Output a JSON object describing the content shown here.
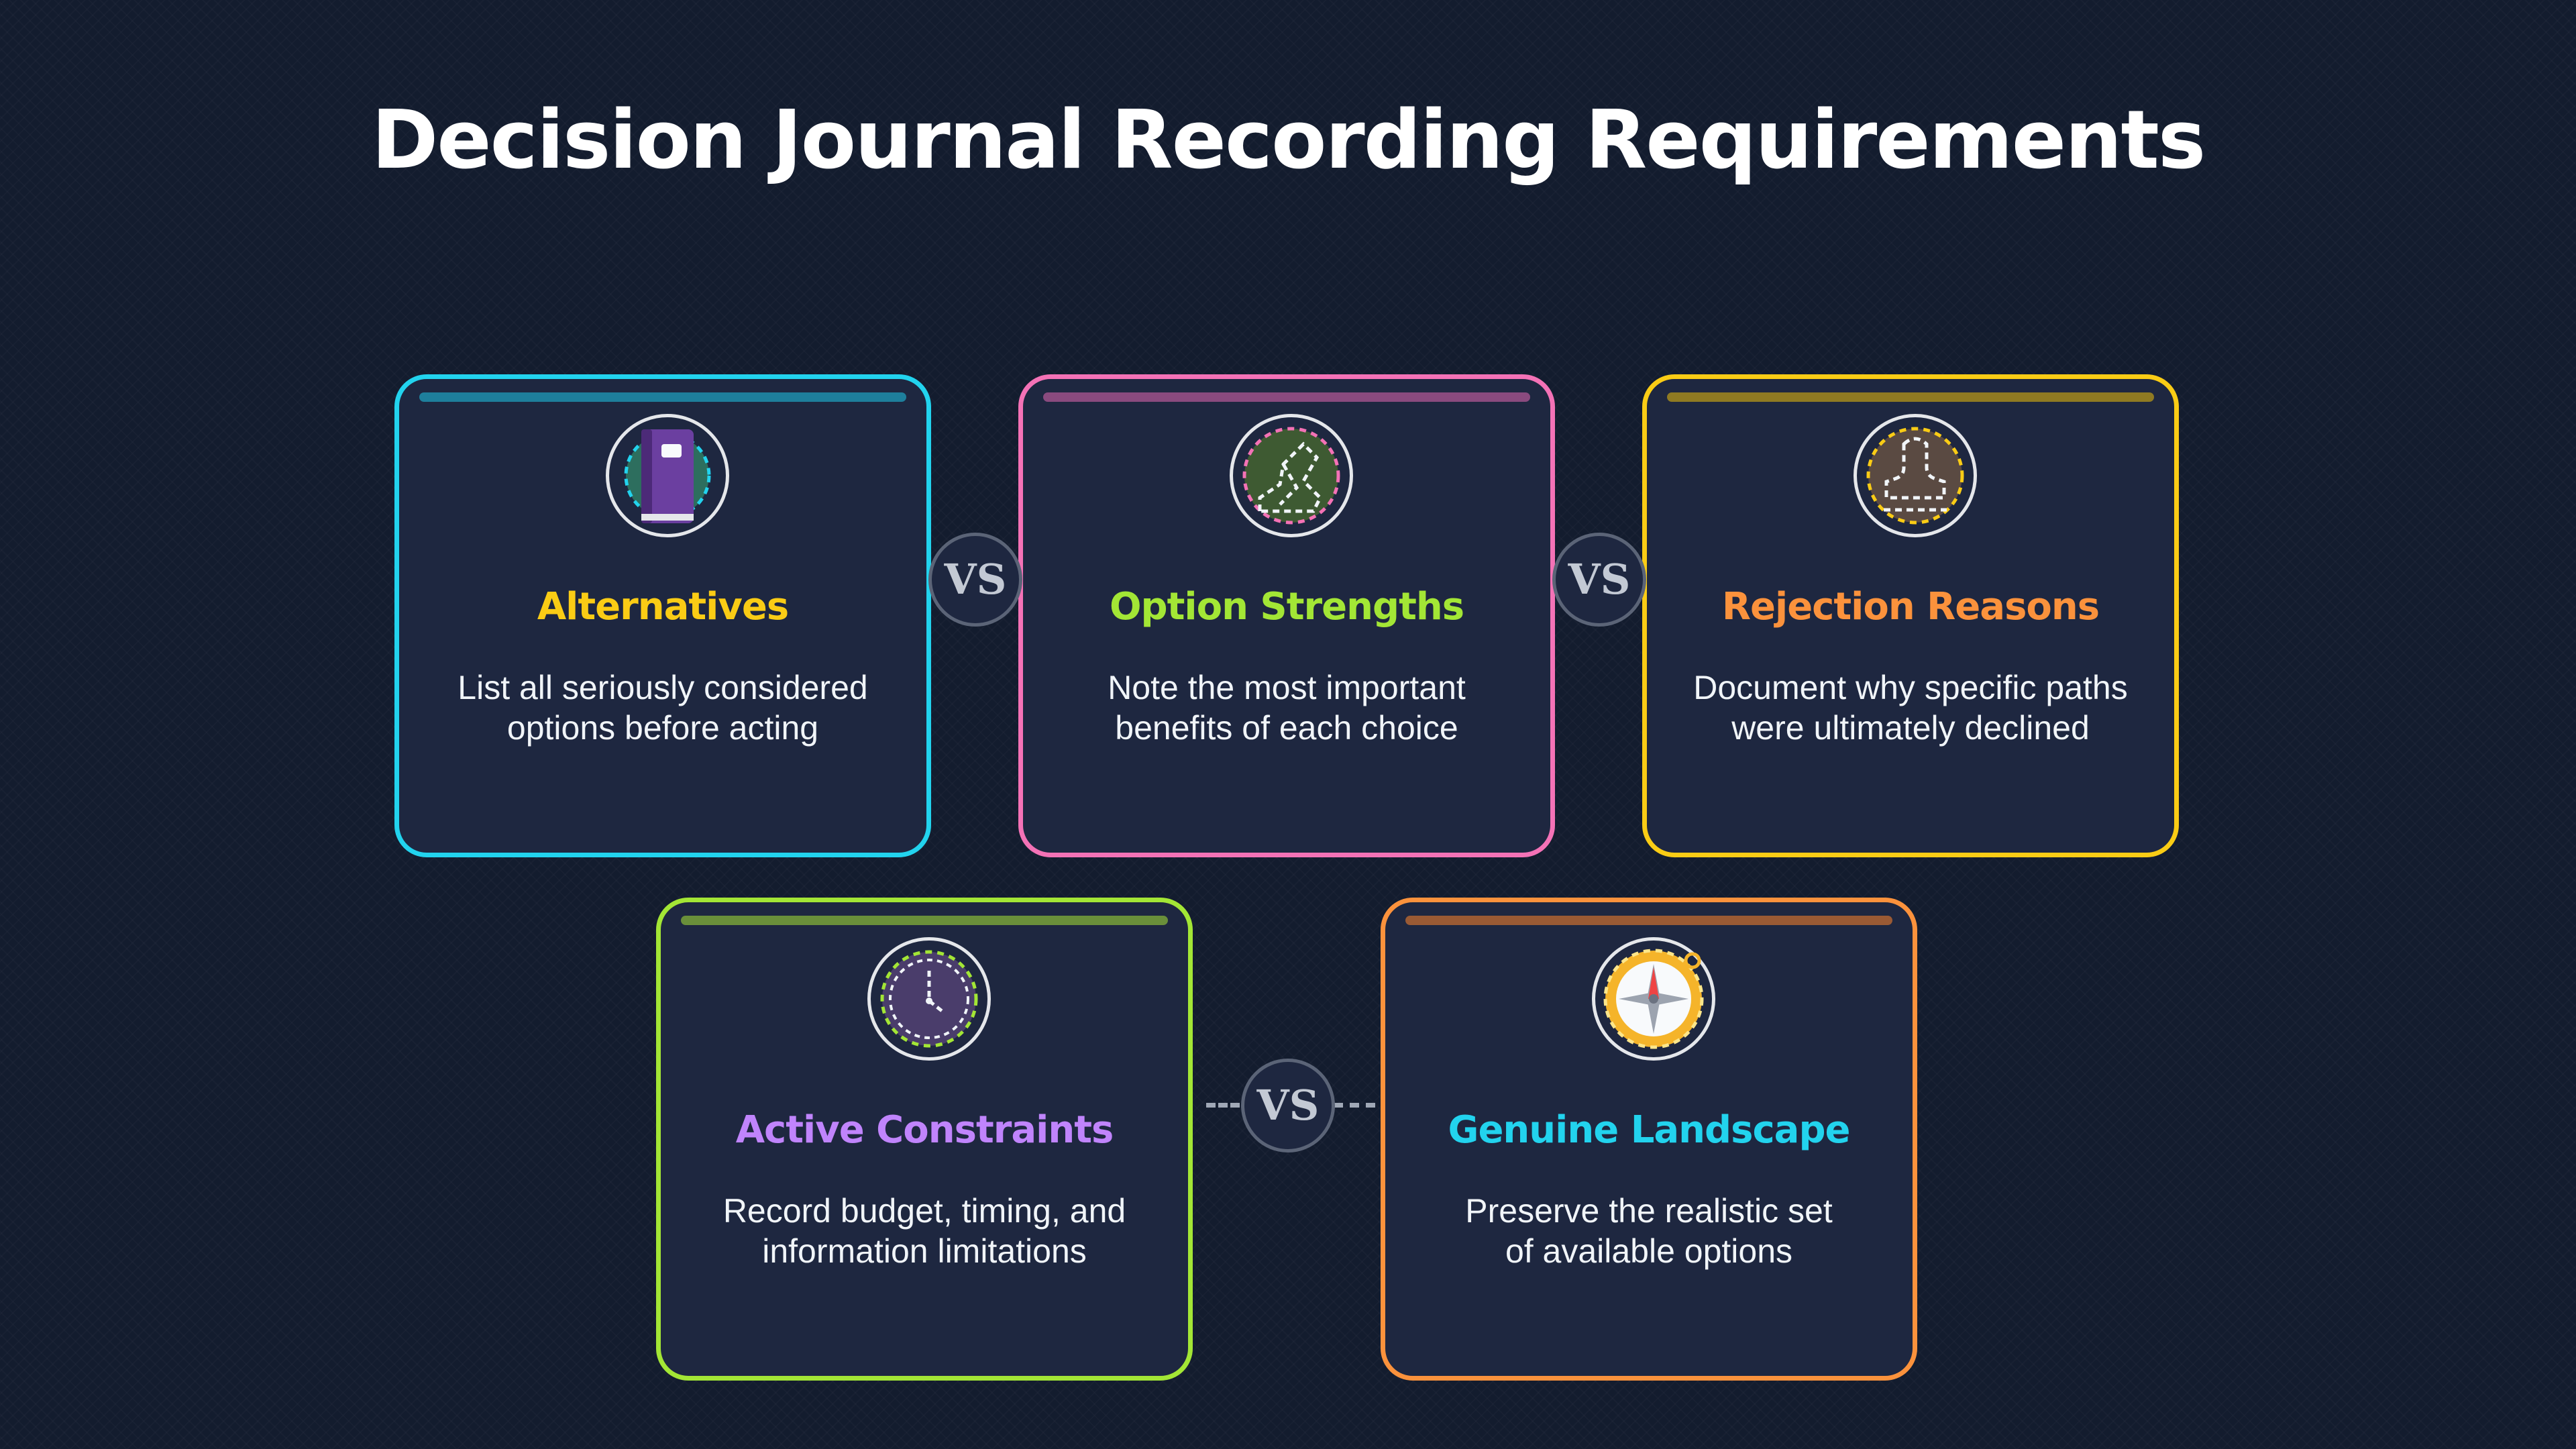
{
  "title": "Decision Journal Recording Requirements",
  "vs_label": "VS",
  "cards": [
    {
      "heading": "Alternatives",
      "desc_line1": "List all seriously considered",
      "desc_line2": "options before acting",
      "icon": "journal-book-icon",
      "border_color": "#22d3ee",
      "bar_color": "#1e7f9c",
      "heading_color": "#facc15"
    },
    {
      "heading": "Option Strengths",
      "desc_line1": "Note the most important",
      "desc_line2": "benefits of each choice",
      "icon": "map-path-icon",
      "border_color": "#f472b6",
      "bar_color": "#8a4a7e",
      "heading_color": "#a3e635"
    },
    {
      "heading": "Rejection Reasons",
      "desc_line1": "Document why specific paths",
      "desc_line2": "were ultimately declined",
      "icon": "stamp-icon",
      "border_color": "#facc15",
      "bar_color": "#8f7a22",
      "heading_color": "#fb923c"
    },
    {
      "heading": "Active Constraints",
      "desc_line1": "Record budget, timing, and",
      "desc_line2": "information limitations",
      "icon": "clock-icon",
      "border_color": "#a3e635",
      "bar_color": "#6a8f3a",
      "heading_color": "#c084fc"
    },
    {
      "heading": "Genuine Landscape",
      "desc_line1": "Preserve the realistic set",
      "desc_line2": "of available options",
      "icon": "compass-icon",
      "border_color": "#fb923c",
      "bar_color": "#9a5a34",
      "heading_color": "#22d3ee"
    }
  ]
}
